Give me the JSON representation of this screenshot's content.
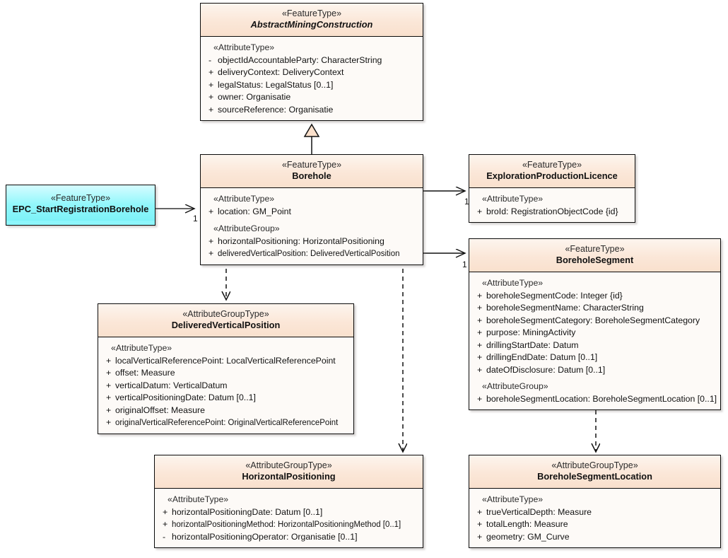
{
  "diagram": {
    "title": "UML class diagram",
    "colors": {
      "class_header_fill": "#fbe7d8",
      "class_body_fill": "#fdfaf7",
      "class_border": "#0a0a0a",
      "epc_fill": "#8ef6fb",
      "connector": "#111111"
    }
  },
  "classes": {
    "abstractminingconstruction": {
      "stereotype": "«FeatureType»",
      "name": "AbstractMiningConstruction",
      "abstract": true,
      "compartments": [
        {
          "group": "«AttributeType»",
          "attributes": [
            {
              "visibility": "-",
              "text": "objectIdAccountableParty: CharacterString"
            },
            {
              "visibility": "+",
              "text": "deliveryContext: DeliveryContext"
            },
            {
              "visibility": "+",
              "text": "legalStatus: LegalStatus [0..1]"
            },
            {
              "visibility": "+",
              "text": "owner: Organisatie"
            },
            {
              "visibility": "+",
              "text": "sourceReference: Organisatie"
            }
          ]
        }
      ]
    },
    "borehole": {
      "stereotype": "«FeatureType»",
      "name": "Borehole",
      "abstract": false,
      "compartments": [
        {
          "group": "«AttributeType»",
          "attributes": [
            {
              "visibility": "+",
              "text": "location: GM_Point"
            }
          ]
        },
        {
          "group": "«AttributeGroup»",
          "attributes": [
            {
              "visibility": "+",
              "text": "horizontalPositioning: HorizontalPositioning"
            },
            {
              "visibility": "+",
              "text": "deliveredVerticalPosition: DeliveredVerticalPosition",
              "condensed": true
            }
          ]
        }
      ]
    },
    "epc": {
      "stereotype": "«FeatureType»",
      "name": "EPC_StartRegistrationBorehole",
      "abstract": false,
      "compartments": []
    },
    "explorationproductionlicence": {
      "stereotype": "«FeatureType»",
      "name": "ExplorationProductionLicence",
      "abstract": false,
      "compartments": [
        {
          "group": "«AttributeType»",
          "attributes": [
            {
              "visibility": "+",
              "text": "broId: RegistrationObjectCode {id}"
            }
          ]
        }
      ]
    },
    "boreholesegment": {
      "stereotype": "«FeatureType»",
      "name": "BoreholeSegment",
      "abstract": false,
      "compartments": [
        {
          "group": "«AttributeType»",
          "attributes": [
            {
              "visibility": "+",
              "text": "boreholeSegmentCode: Integer {id}"
            },
            {
              "visibility": "+",
              "text": "boreholeSegmentName: CharacterString"
            },
            {
              "visibility": "+",
              "text": "boreholeSegmentCategory: BoreholeSegmentCategory"
            },
            {
              "visibility": "+",
              "text": "purpose: MiningActivity"
            },
            {
              "visibility": "+",
              "text": "drillingStartDate: Datum"
            },
            {
              "visibility": "+",
              "text": "drillingEndDate: Datum [0..1]"
            },
            {
              "visibility": "+",
              "text": "dateOfDisclosure: Datum [0..1]"
            }
          ]
        },
        {
          "group": "«AttributeGroup»",
          "attributes": [
            {
              "visibility": "+",
              "text": "boreholeSegmentLocation: BoreholeSegmentLocation [0..1]"
            }
          ]
        }
      ]
    },
    "deliveredverticalposition": {
      "stereotype": "«AttributeGroupType»",
      "name": "DeliveredVerticalPosition",
      "abstract": false,
      "compartments": [
        {
          "group": "«AttributeType»",
          "attributes": [
            {
              "visibility": "+",
              "text": "localVerticalReferencePoint: LocalVerticalReferencePoint"
            },
            {
              "visibility": "+",
              "text": "offset: Measure"
            },
            {
              "visibility": "+",
              "text": "verticalDatum: VerticalDatum"
            },
            {
              "visibility": "+",
              "text": "verticalPositioningDate: Datum [0..1]"
            },
            {
              "visibility": "+",
              "text": "originalOffset: Measure"
            },
            {
              "visibility": "+",
              "text": "originalVerticalReferencePoint: OriginalVerticalReferencePoint",
              "condensed": true
            }
          ]
        }
      ]
    },
    "horizontalpositioning": {
      "stereotype": "«AttributeGroupType»",
      "name": "HorizontalPositioning",
      "abstract": false,
      "compartments": [
        {
          "group": "«AttributeType»",
          "attributes": [
            {
              "visibility": "+",
              "text": "horizontalPositioningDate: Datum [0..1]"
            },
            {
              "visibility": "+",
              "text": "horizontalPositioningMethod: HorizontalPositioningMethod [0..1]",
              "condensed": true
            },
            {
              "visibility": "-",
              "text": "horizontalPositioningOperator: Organisatie [0..1]"
            }
          ]
        }
      ]
    },
    "boreholesegmentlocation": {
      "stereotype": "«AttributeGroupType»",
      "name": "BoreholeSegmentLocation",
      "abstract": false,
      "compartments": [
        {
          "group": "«AttributeType»",
          "attributes": [
            {
              "visibility": "+",
              "text": "trueVerticalDepth: Measure"
            },
            {
              "visibility": "+",
              "text": "totalLength: Measure"
            },
            {
              "visibility": "+",
              "text": "geometry: GM_Curve"
            }
          ]
        }
      ]
    }
  },
  "connectors": {
    "generalization_borehole_to_abstract": {
      "kind": "generalization",
      "from": "Borehole",
      "to": "AbstractMiningConstruction"
    },
    "assoc_epc_to_borehole": {
      "kind": "association",
      "from": "EPC_StartRegistrationBorehole",
      "to": "Borehole",
      "target_multiplicity": "1"
    },
    "assoc_borehole_to_licence": {
      "kind": "association",
      "from": "Borehole",
      "to": "ExplorationProductionLicence",
      "target_multiplicity": "1"
    },
    "assoc_borehole_to_segment": {
      "kind": "association",
      "from": "Borehole",
      "to": "BoreholeSegment",
      "target_multiplicity": "1"
    },
    "dep_borehole_to_dvp": {
      "kind": "dependency",
      "from": "Borehole",
      "to": "DeliveredVerticalPosition"
    },
    "dep_borehole_to_hp": {
      "kind": "dependency",
      "from": "Borehole",
      "to": "HorizontalPositioning"
    },
    "dep_segment_to_location": {
      "kind": "dependency",
      "from": "BoreholeSegment",
      "to": "BoreholeSegmentLocation"
    }
  }
}
